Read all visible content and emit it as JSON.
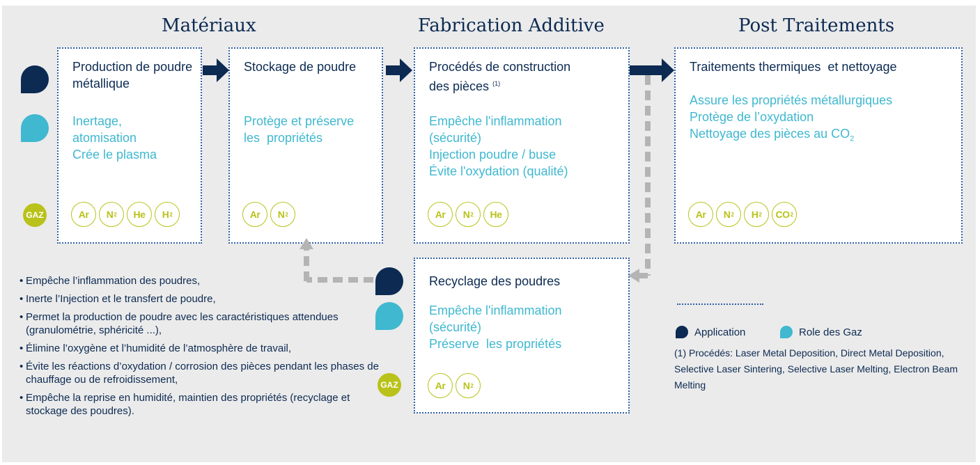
{
  "headings": {
    "materials": "Matériaux",
    "additive": "Fabrication Additive",
    "post": "Post Traitements"
  },
  "boxes": {
    "production": {
      "title": "Production de poudre métallique",
      "roles": [
        "Inertage,",
        "atomisation",
        "Crée le plasma"
      ],
      "gases": [
        {
          "el": "Ar",
          "sub": ""
        },
        {
          "el": "N",
          "sub": "2"
        },
        {
          "el": "He",
          "sub": ""
        },
        {
          "el": "H",
          "sub": "2"
        }
      ]
    },
    "stockage": {
      "title": "Stockage de poudre",
      "roles": [
        "Protège et préserve",
        "les  propriétés"
      ],
      "gases": [
        {
          "el": "Ar",
          "sub": ""
        },
        {
          "el": "N",
          "sub": "2"
        }
      ]
    },
    "procedes": {
      "title_line1": "Procédés de construction",
      "title_line2": "des pièces",
      "title_note": "(1)",
      "roles": [
        "Empêche l'inflammation",
        "(sécurité)",
        "Injection poudre / buse",
        "Évite l'oxydation (qualité)"
      ],
      "gases": [
        {
          "el": "Ar",
          "sub": ""
        },
        {
          "el": "N",
          "sub": "2"
        },
        {
          "el": "He",
          "sub": ""
        }
      ]
    },
    "traitements": {
      "title": "Traitements thermiques  et nettoyage",
      "roles": [
        "Assure les propriétés métallurgiques",
        "Protège de l’oxydation"
      ],
      "role_co2_prefix": "Nettoyage des pièces au CO",
      "role_co2_sub": "2",
      "gases": [
        {
          "el": "Ar",
          "sub": ""
        },
        {
          "el": "N",
          "sub": "2"
        },
        {
          "el": "H",
          "sub": "2"
        },
        {
          "el": "CO",
          "sub": "2"
        }
      ]
    },
    "recyclage": {
      "title": "Recyclage des poudres",
      "roles": [
        "Empêche l'inflammation",
        "(sécurité)",
        "Préserve  les propriétés"
      ],
      "gases": [
        {
          "el": "Ar",
          "sub": ""
        },
        {
          "el": "N",
          "sub": "2"
        }
      ]
    }
  },
  "gaz_label": "GAZ",
  "bullets": [
    "Empêche l’inflammation des poudres,",
    "Inerte l’Injection et le transfert de poudre,",
    "Permet la production de poudre avec les caractéristiques attendues (granulométrie, sphéricité ...),",
    "Élimine l’oxygène et l’humidité de l’atmosphère de travail,",
    "Évite les réactions d’oxydation / corrosion des pièces pendant les phases de chauffage ou de refroidissement,",
    "Empêche la reprise en humidité, maintien des propriétés (recyclage et stockage des poudres)."
  ],
  "legend": {
    "application": "Application",
    "role": "Role des Gaz"
  },
  "note": "(1) Procédés: Laser Metal Deposition, Direct Metal Deposition, Selective Laser Sintering, Selective Laser Melting, Electron Beam Melting",
  "colors": {
    "navy": "#0c2a52",
    "cyan": "#3fb8d0",
    "lime": "#b9c21a",
    "dotted_border": "#2f5fa6",
    "recycle_arrow": "#b4b4b4"
  }
}
